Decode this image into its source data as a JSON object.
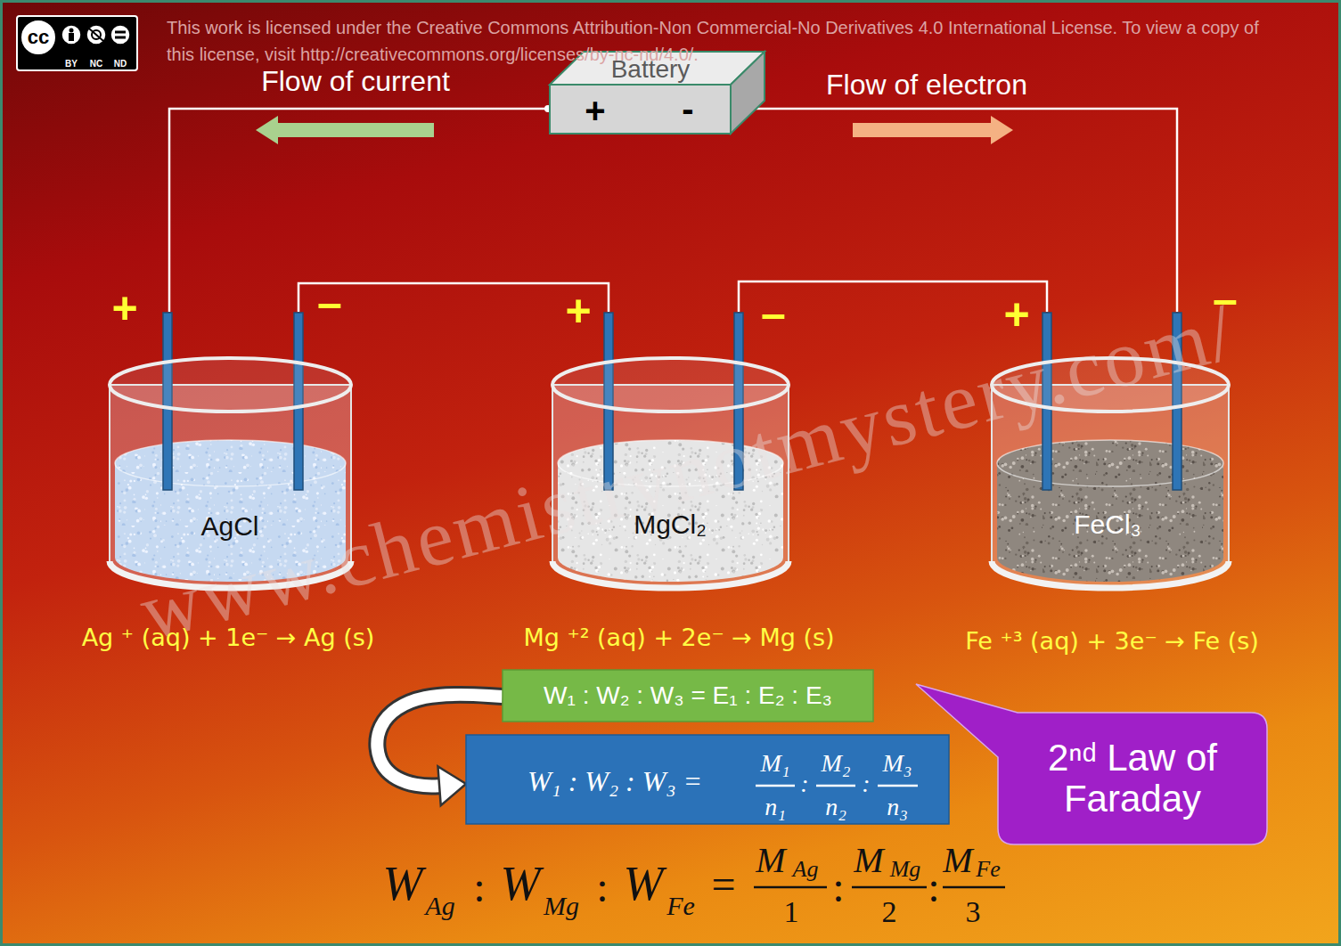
{
  "diagram": {
    "nodes": [
      {
        "text": [
          "cc",
          "BY",
          "NC",
          "ND"
        ]
      },
      {
        "text": [
          "Battery",
          "+",
          "-"
        ]
      },
      {
        "text": [
          "AgCl"
        ]
      },
      {
        "text": [
          "MgCl₂"
        ]
      },
      {
        "text": [
          "FeCl₃"
        ]
      },
      {
        "text": [
          "W₁ : W₂ : W₃ = E₁ : E₂ : E₃"
        ]
      },
      {
        "text": [
          "W₁ : W₂ : W₃ =",
          "M₁",
          "n₁",
          ":",
          "M₂",
          "n₂",
          ":",
          "M₃",
          "n₃"
        ]
      },
      {
        "text": [
          "2ⁿᵈ Law of Faraday"
        ]
      }
    ],
    "edges": [
      {
        "from": 1,
        "to": 2,
        "arrow": "none"
      },
      {
        "from": 2,
        "to": 3,
        "arrow": "none"
      },
      {
        "from": 3,
        "to": 4,
        "arrow": "none"
      },
      {
        "from": 4,
        "to": 1,
        "arrow": "none"
      },
      {
        "from": 5,
        "to": 6,
        "arrow": "to"
      }
    ],
    "labels": [
      "This work is licensed under the Creative Commons Attribution-Non Commercial-No Derivatives 4.0 International License. To view a copy of this license, visit http://creativecommons.org/licenses/by-nc-nd/4.0/.",
      "Flow of current",
      "Flow of electron",
      "+",
      "–",
      "+",
      "–",
      "+",
      "–",
      "Ag ⁺ (aq) + 1e⁻ → Ag (s)",
      "Mg ⁺² (aq) + 2e⁻ → Mg (s)",
      "Fe ⁺³ (aq) + 3e⁻ → Fe (s)",
      "www.chemistrynotmystery.com/",
      "W",
      "Ag",
      ":",
      "W",
      "Mg",
      ":",
      "W",
      "Fe",
      "=",
      "M",
      "Ag",
      "1",
      ":",
      "M",
      "Mg",
      "2",
      ":",
      "M",
      "Fe",
      "3"
    ]
  }
}
